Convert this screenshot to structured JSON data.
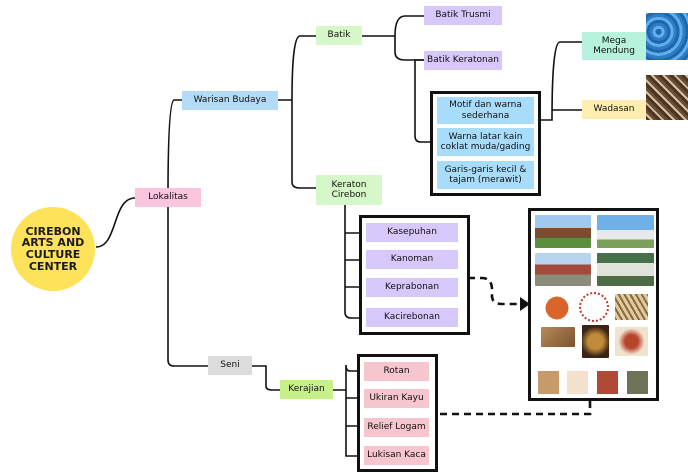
{
  "root": {
    "label": "CIREBON ARTS AND CULTURE CENTER",
    "color": "#fde25a"
  },
  "colors": {
    "pink": "#f9c6de",
    "blue": "#b3dbf7",
    "green": "#d6f7c8",
    "purple": "#d7c8fb",
    "lightblue": "#a8dcfb",
    "gray": "#dcdcdc",
    "lime": "#c7f08a",
    "rose": "#f7c5cd",
    "teal": "#b7f3dc",
    "yellow": "#fdeeb0",
    "line": "#111111"
  },
  "nodes": {
    "lokalitas": "Lokalitas",
    "warisan_budaya": "Warisan Budaya",
    "batik": "Batik",
    "batik_trusmi": "Batik Trusmi",
    "batik_keratonan": "Batik Keratonan",
    "motif_1": "Motif dan warna sederhana",
    "motif_2": "Warna latar kain coklat muda/gading",
    "motif_3": "Garis-garis kecil & tajam (merawit)",
    "mega_mendung": "Mega Mendung",
    "wadasan": "Wadasan",
    "keraton_cirebon": "Keraton Cirebon",
    "kasepuhan": "Kasepuhan",
    "kanoman": "Kanoman",
    "keprabonan": "Keprabonan",
    "kacirebonan": "Kacirebonan",
    "seni": "Seni",
    "kerajinan": "Kerajian",
    "rotan": "Rotan",
    "ukiran_kayu": "Ukiran Kayu",
    "relief_logam": "Relief Logam",
    "lukisan_kaca": "Lukisan Kaca"
  },
  "moodboard": {
    "photos": [
      "Keraton building photo",
      "Mosque gate photo",
      "Kanoman market photo",
      "Kacirebonan pavilion photo",
      "Terracotta tiles",
      "Plate ring ornament",
      "Rattan weaving",
      "Wood carving",
      "Glass painting dark",
      "Glass painting light"
    ],
    "palette": [
      "#c79a6c",
      "#f3e1cd",
      "#b04a36",
      "#6d7258"
    ]
  },
  "batik_swatches": {
    "mega_mendung": "#3f8fce",
    "wadasan": "#7a5a3c"
  }
}
